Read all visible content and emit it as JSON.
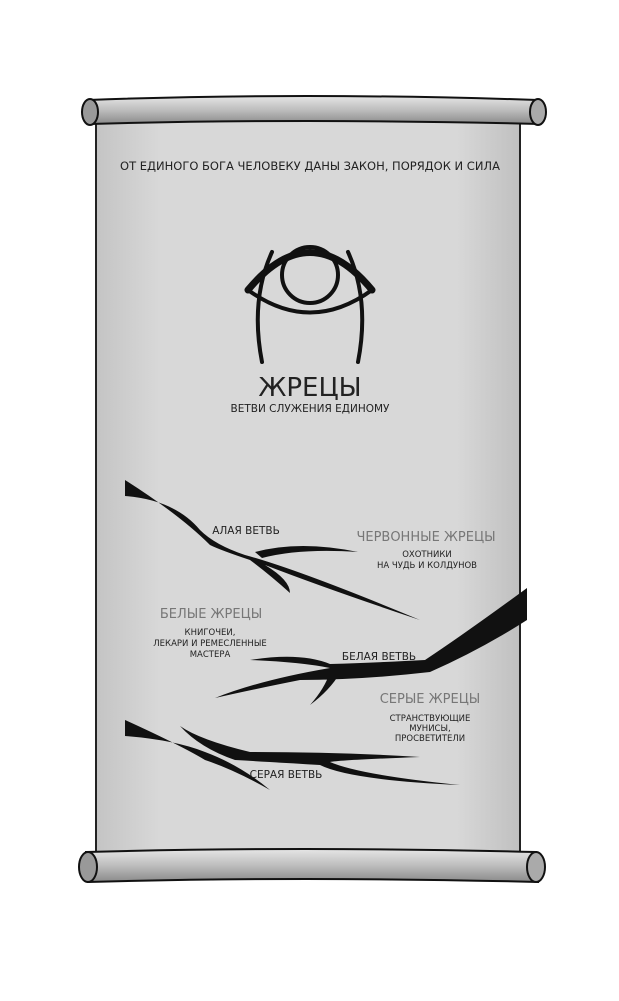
{
  "motto": "ОТ ЕДИНОГО БОГА ЧЕЛОВЕКУ ДАНЫ ЗАКОН, ПОРЯДОК И СИЛА",
  "title": "ЖРЕЦЫ",
  "subtitle": "ВЕТВИ СЛУЖЕНИЯ ЕДИНОМУ",
  "icon": "eye-icon",
  "branches": [
    {
      "branch_label": "АЛАЯ ВЕТВЬ",
      "group": "ЧЕРВОННЫЕ ЖРЕЦЫ",
      "desc": [
        "ОХОТНИКИ",
        "НА ЧУДЬ И КОЛДУНОВ"
      ]
    },
    {
      "branch_label": "БЕЛАЯ ВЕТВЬ",
      "group": "БЕЛЫЕ ЖРЕЦЫ",
      "desc": [
        "КНИГОЧЕИ,",
        "ЛЕКАРИ И РЕМЕСЛЕННЫЕ",
        "МАСТЕРА"
      ]
    },
    {
      "branch_label": "СЕРАЯ ВЕТВЬ",
      "group": "СЕРЫЕ ЖРЕЦЫ",
      "desc": [
        "СТРАНСТВУЮЩИЕ",
        "МУНИСЫ,",
        "ПРОСВЕТИТЕЛИ"
      ]
    }
  ],
  "colors": {
    "parchment": "#d6d6d6",
    "ink": "#111111",
    "group_text": "#777777"
  }
}
